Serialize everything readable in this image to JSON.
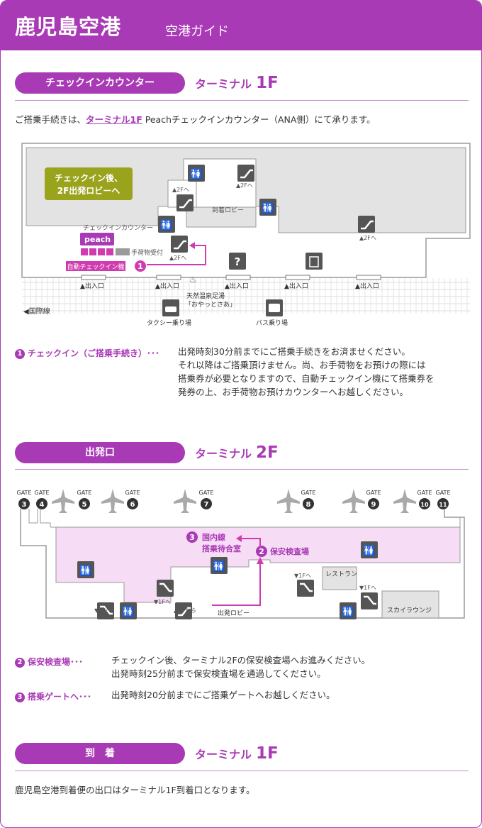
{
  "header": {
    "title": "鹿児島空港",
    "subtitle": "空港ガイド"
  },
  "sec1": {
    "label": "チェックインカウンター",
    "terminal": "ターミナル",
    "floor": "1F",
    "intro_pre": "ご搭乗手続きは、",
    "intro_link": "ターミナル1F",
    "intro_post": " Peachチェックインカウンター（ANA側）にて承ります。",
    "map": {
      "bubble_line1": "チェックイン後、",
      "bubble_line2": "2F出発ロビーへ",
      "checkin_counter": "チェックインカウンター",
      "peach": "peach",
      "baggage": "手荷物受付",
      "kiosk": "自動チェックイン機",
      "to2f": "▲2Fへ",
      "arrival_lobby": "到着ロビー",
      "exit": "▲出入口",
      "onsen_line1": "天然温泉足湯",
      "onsen_line2": "「おやっとさあ」",
      "intl": "◀国際線",
      "taxi": "タクシー乗り場",
      "bus": "バス乗り場",
      "info": "?",
      "step": "1"
    },
    "note": {
      "num": "1",
      "title": "チェックイン（ご搭乗手続き）･･･",
      "lines": [
        "出発時刻30分前までにご搭乗手続きをお済ませください。",
        "それ以降はご搭乗頂けません。尚、お手荷物をお預けの際には",
        "搭乗券が必要となりますので、自動チェックイン機にて搭乗券を",
        "発券の上、お手荷物お預けカウンターへお越しください。"
      ]
    }
  },
  "sec2": {
    "label": "出発口",
    "terminal": "ターミナル",
    "floor": "2F",
    "map": {
      "gate_word": "GATE",
      "gates": [
        "3",
        "4",
        "5",
        "6",
        "7",
        "8",
        "9",
        "10",
        "11"
      ],
      "domestic_line1": "国内線",
      "domestic_line2": "搭乗待合室",
      "security": "保安検査場",
      "restaurant": "レストラン",
      "sky_lounge": "スカイラウンジ",
      "to1f": "▼1Fへ",
      "from1f": "▲1Fから",
      "departure_lobby": "出発ロビー",
      "step2": "2",
      "step3": "3"
    },
    "notes": [
      {
        "num": "2",
        "title": "保安検査場･･･",
        "lines": [
          "チェックイン後、ターミナル2Fの保安検査場へお進みください。",
          "出発時刻25分前まで保安検査場を通過してください。"
        ]
      },
      {
        "num": "3",
        "title": "搭乗ゲートへ･･･",
        "lines": [
          "出発時刻20分前までにご搭乗ゲートへお越しください。"
        ]
      }
    ]
  },
  "sec3": {
    "label": "到　着",
    "terminal": "ターミナル",
    "floor": "1F",
    "text": "鹿児島空港到着便の出口はターミナル1F到着口となります。"
  },
  "colors": {
    "purple": "#a93ab5",
    "olive": "#9aa31c",
    "pink": "#f6dcf4",
    "grey": "#e3e3e3",
    "pictogram": "#555555"
  }
}
